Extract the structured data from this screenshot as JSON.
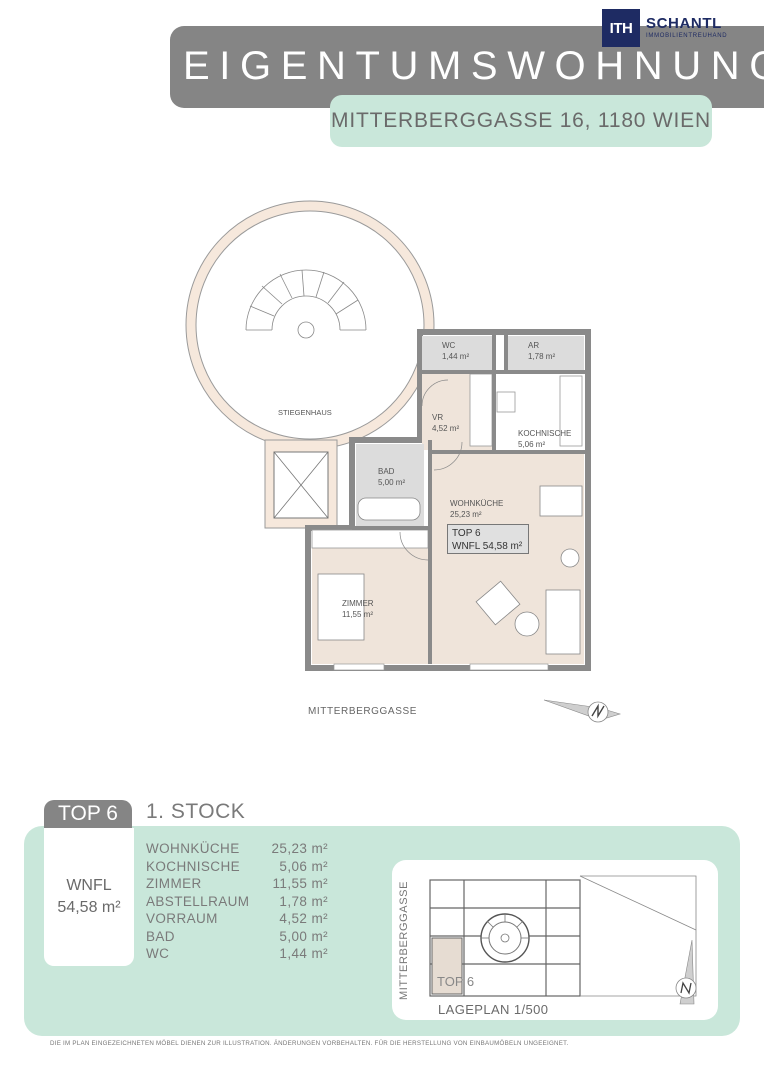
{
  "header": {
    "title": "EIGENTUMSWOHNUNG",
    "address": "MITTERBERGGASSE 16, 1180 WIEN"
  },
  "logo": {
    "mark": "ITH",
    "name": "SCHANTL",
    "subtitle": "IMMOBILIENTREUHAND",
    "color": "#1e2b63"
  },
  "plan": {
    "stair_label": "STIEGENHAUS",
    "rooms": [
      {
        "name": "WC",
        "area": "1,44 m²"
      },
      {
        "name": "AR",
        "area": "1,78 m²"
      },
      {
        "name": "VR",
        "area": "4,52 m²"
      },
      {
        "name": "KOCHNISCHE",
        "area": "5,06 m²"
      },
      {
        "name": "BAD",
        "area": "5,00 m²"
      },
      {
        "name": "WOHNKÜCHE",
        "area": "25,23 m²"
      },
      {
        "name": "ZIMMER",
        "area": "11,55 m²"
      }
    ],
    "unit_box": {
      "line1": "TOP 6",
      "line2": "WNFL 54,58 m²"
    },
    "street": "MITTERBERGGASSE"
  },
  "summary": {
    "unit": "TOP 6",
    "floor": "1. STOCK",
    "wnfl_label": "WNFL",
    "wnfl_value": "54,58 m²",
    "rooms": [
      {
        "name": "WOHNKÜCHE",
        "area": "25,23 m²"
      },
      {
        "name": "KOCHNISCHE",
        "area": "5,06 m²"
      },
      {
        "name": "ZIMMER",
        "area": "11,55 m²"
      },
      {
        "name": "ABSTELLRAUM",
        "area": "1,78 m²"
      },
      {
        "name": "VORRAUM",
        "area": "4,52 m²"
      },
      {
        "name": "BAD",
        "area": "5,00 m²"
      },
      {
        "name": "WC",
        "area": "1,44 m²"
      }
    ]
  },
  "site_plan": {
    "street": "MITTERBERGGASSE",
    "unit": "TOP 6",
    "caption": "LAGEPLAN 1/500"
  },
  "footer": {
    "disclaimer": "DIE IM PLAN EINGEZEICHNETEN MÖBEL DIENEN ZUR ILLUSTRATION. ÄNDERUNGEN VORBEHALTEN. FÜR DIE HERSTELLUNG VON EINBAUMÖBELN UNGEEIGNET."
  },
  "colors": {
    "accent_green": "#c9e7da",
    "band_gray": "#858585",
    "room_fill": "#efe4da",
    "wet_fill": "#dcdcdc"
  }
}
